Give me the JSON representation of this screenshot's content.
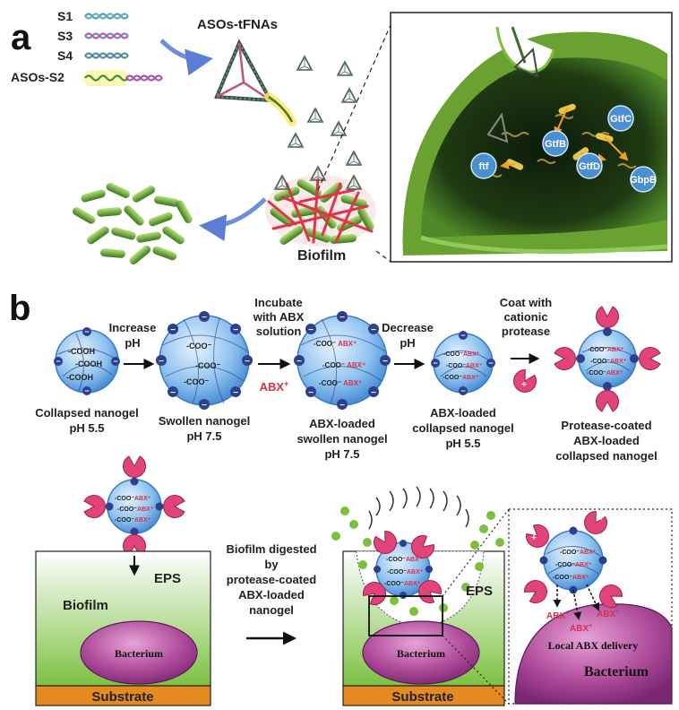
{
  "panel_a": {
    "letter": "a",
    "strands": [
      "S1",
      "S3",
      "S4",
      "ASOs-S2"
    ],
    "tfna_label": "ASOs-tFNAs",
    "biofilm_label": "Biofilm",
    "targets": [
      "GtfB",
      "GtfC",
      "GtfD",
      "ftf",
      "GbpB"
    ]
  },
  "panel_b": {
    "letter": "b",
    "steps": {
      "increase_ph": [
        "Increase",
        "pH"
      ],
      "incubate": [
        "Incubate",
        "with ABX",
        "solution"
      ],
      "decrease_ph": [
        "Decrease",
        "pH"
      ],
      "coat": [
        "Coat with",
        "cationic",
        "protease"
      ]
    },
    "nanogels": {
      "collapsed": [
        "Collapsed nanogel",
        "pH 5.5"
      ],
      "swollen": [
        "Swollen nanogel",
        "pH 7.5"
      ],
      "abx_loaded_swollen": [
        "ABX-loaded",
        "swollen nanogel",
        "pH 7.5"
      ],
      "abx_loaded_collapsed": [
        "ABX-loaded",
        "collapsed nanogel",
        "pH 5.5"
      ],
      "protease_coated": [
        "Protease-coated",
        "ABX-loaded",
        "collapsed nanogel"
      ]
    },
    "abx_ion": "ABX",
    "groups": {
      "cooh": "COOH",
      "coo": "COO",
      "abx": "ABX"
    },
    "biofilm_left": {
      "eps": "EPS",
      "biofilm": "Biofilm",
      "bacterium": "Bacterium",
      "substrate": "Substrate"
    },
    "digest_text": [
      "Biofilm digested",
      "by",
      "protease-coated",
      "ABX-loaded",
      "nanogel"
    ],
    "biofilm_right": {
      "eps": "EPS",
      "bacterium": "Bacterium",
      "substrate": "Substrate"
    },
    "zoom": {
      "local": "Local ABX delivery",
      "bacterium": "Bacterium",
      "abx": "ABX"
    }
  },
  "colors": {
    "nanogel": "#4a90d9",
    "minus": "#2d3f8f",
    "protease": "#e0447a",
    "abx": "#d8304a",
    "biofilm_top": "#ffffff",
    "biofilm_bottom": "#7bbf3a",
    "bacterium": "#a23a8e",
    "substrate": "#e58a1f",
    "cell_green": "#6aa232"
  }
}
